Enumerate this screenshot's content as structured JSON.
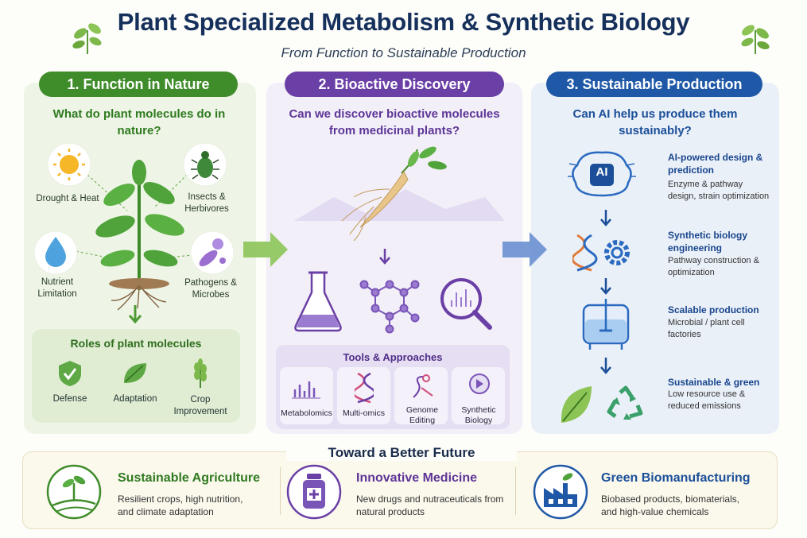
{
  "title": "Plant Specialized Metabolism & Synthetic Biology",
  "subtitle": "From Function to Sustainable Production",
  "colors": {
    "green": "#3f8c2a",
    "purple": "#6a3fa6",
    "blue": "#1f58a6"
  },
  "panel1": {
    "pill": "1. Function in Nature",
    "question": "What do plant molecules do in nature?",
    "stresses": {
      "drought": "Drought & Heat",
      "insects": "Insects & Herbivores",
      "nutrient": "Nutrient Limitation",
      "pathogens": "Pathogens & Microbes"
    },
    "roles_title": "Roles of plant molecules",
    "roles": [
      "Defense",
      "Adaptation",
      "Crop Improvement"
    ]
  },
  "panel2": {
    "pill": "2. Bioactive Discovery",
    "question": "Can we discover bioactive molecules from medicinal plants?",
    "tools_title": "Tools & Approaches",
    "tools": [
      "Metabolomics",
      "Multi-omics",
      "Genome Editing",
      "Synthetic Biology"
    ]
  },
  "panel3": {
    "pill": "3. Sustainable Production",
    "question": "Can AI help us produce them sustainably?",
    "ai_badge": "AI",
    "steps": [
      {
        "title": "AI-powered design & prediction",
        "desc": "Enzyme & pathway design, strain optimization"
      },
      {
        "title": "Synthetic biology engineering",
        "desc": "Pathway construction & optimization"
      },
      {
        "title": "Scalable production",
        "desc": "Microbial / plant cell factories"
      },
      {
        "title": "Sustainable & green",
        "desc": "Low resource use & reduced emissions"
      }
    ]
  },
  "future": {
    "title": "Toward a Better Future",
    "items": [
      {
        "title": "Sustainable Agriculture",
        "desc": "Resilient crops, high nutrition, and climate adaptation",
        "color": "#2f7a20"
      },
      {
        "title": "Innovative Medicine",
        "desc": "New drugs and nutraceuticals from natural products",
        "color": "#5d3597"
      },
      {
        "title": "Green Biomanufacturing",
        "desc": "Biobased products, biomaterials, and high-value chemicals",
        "color": "#1b4f99"
      }
    ]
  }
}
